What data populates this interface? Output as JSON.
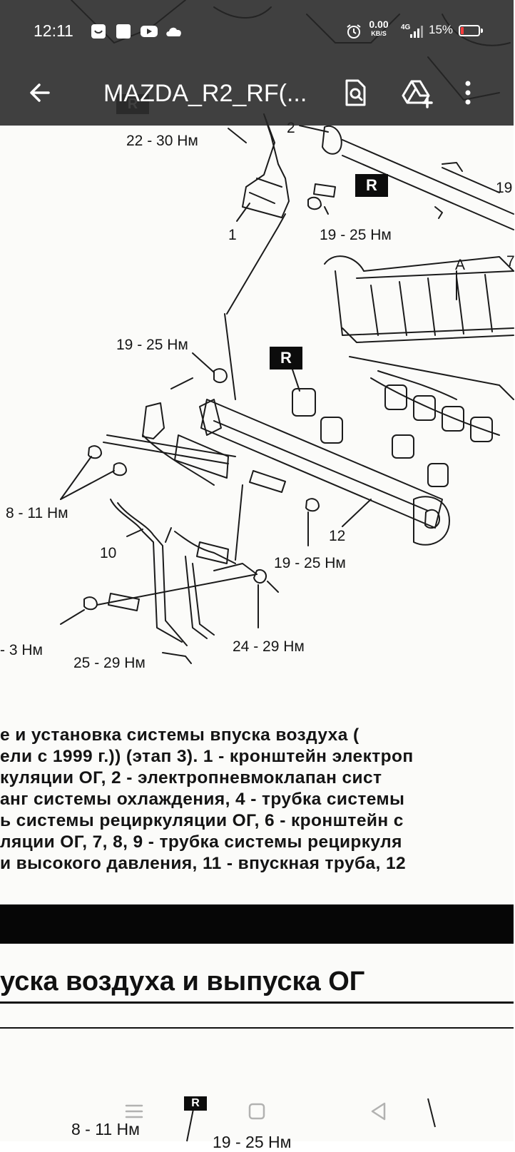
{
  "status_bar": {
    "time": "12:11",
    "net_speed_value": "0.00",
    "net_speed_unit": "KB/S",
    "network_type": "4G",
    "battery_percent": "15%",
    "battery_level": 0.15,
    "icons": [
      "app-notification-icon",
      "square-notification-icon",
      "youtube-icon",
      "cloud-icon",
      "alarm-icon",
      "signal-icon",
      "battery-icon"
    ]
  },
  "app_bar": {
    "title": "MAZDA_R2_RF(...",
    "back_icon": "arrow-left-icon",
    "search_icon": "document-search-icon",
    "drive_icon": "add-to-drive-icon",
    "menu_icon": "more-vertical-icon"
  },
  "diagram": {
    "labels": {
      "torque_22_30": "22 - 30 Нм",
      "callout_2": "2",
      "callout_19_top": "19",
      "callout_1": "1",
      "torque_19_25_a": "19 - 25 Нм",
      "callout_7": "7",
      "callout_A": "A",
      "torque_19_25_b": "19 - 25 Нм",
      "torque_8_11": "8 - 11 Нм",
      "callout_10": "10",
      "callout_12": "12",
      "torque_19_25_c": "19 - 25 Нм",
      "torque_3": "- 3 Нм",
      "torque_24_29": "24 - 29 Нм",
      "torque_25_29": "25 - 29 Нм",
      "torque_8_11_bottom": "8 - 11 Нм",
      "torque_19_25_bottom": "19 - 25 Нм"
    },
    "badge_label": "R"
  },
  "caption": {
    "lines": [
      "е и установка системы впуска воздуха (",
      "ели с 1999 г.)) (этап 3). 1 - кронштейн электроп",
      "куляции ОГ, 2 - электропневмоклапан сист",
      "анг системы охлаждения, 4 - трубка системы",
      "ь системы рециркуляции ОГ, 6 - кронштейн с",
      "ляции ОГ, 7, 8, 9 - трубка системы рециркуля",
      "и высокого давления, 11 - впускная труба, 12"
    ]
  },
  "section_heading": "уска воздуха и выпуска ОГ",
  "nav_bar": {
    "recents_icon": "recents-menu-icon",
    "home_icon": "home-square-icon",
    "back_icon": "back-triangle-icon"
  }
}
